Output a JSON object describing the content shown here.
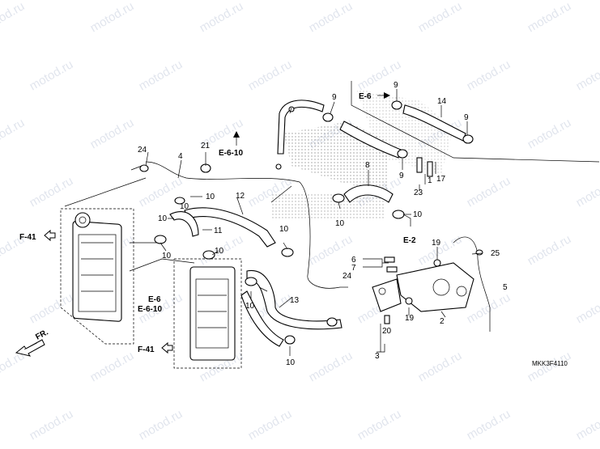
{
  "watermark": "motod.ru",
  "diagram_code": "MKK3F4110",
  "direction_label": "FR.",
  "ref_labels": {
    "f41_top": "F-41",
    "f41_bottom": "F-41",
    "e6_top": "E-6",
    "e610_top": "E-6-10",
    "e6_mid": "E-6",
    "e610_mid": "E-6-10",
    "e2": "E-2"
  },
  "callouts": [
    {
      "id": "c1",
      "text": "1"
    },
    {
      "id": "c2",
      "text": "2"
    },
    {
      "id": "c3",
      "text": "3"
    },
    {
      "id": "c4",
      "text": "4"
    },
    {
      "id": "c5",
      "text": "5"
    },
    {
      "id": "c6",
      "text": "6"
    },
    {
      "id": "c7",
      "text": "7"
    },
    {
      "id": "c8",
      "text": "8"
    },
    {
      "id": "c9a",
      "text": "9"
    },
    {
      "id": "c9b",
      "text": "9"
    },
    {
      "id": "c9c",
      "text": "9"
    },
    {
      "id": "c9d",
      "text": "9"
    },
    {
      "id": "c10a",
      "text": "10"
    },
    {
      "id": "c10b",
      "text": "10"
    },
    {
      "id": "c10c",
      "text": "10"
    },
    {
      "id": "c10d",
      "text": "10"
    },
    {
      "id": "c10e",
      "text": "10"
    },
    {
      "id": "c10f",
      "text": "10"
    },
    {
      "id": "c10g",
      "text": "10"
    },
    {
      "id": "c10h",
      "text": "10"
    },
    {
      "id": "c10i",
      "text": "10"
    },
    {
      "id": "c10j",
      "text": "10"
    },
    {
      "id": "c11",
      "text": "11"
    },
    {
      "id": "c12",
      "text": "12"
    },
    {
      "id": "c13",
      "text": "13"
    },
    {
      "id": "c14",
      "text": "14"
    },
    {
      "id": "c17",
      "text": "17"
    },
    {
      "id": "c19a",
      "text": "19"
    },
    {
      "id": "c19b",
      "text": "19"
    },
    {
      "id": "c20",
      "text": "20"
    },
    {
      "id": "c21",
      "text": "21"
    },
    {
      "id": "c23",
      "text": "23"
    },
    {
      "id": "c24a",
      "text": "24"
    },
    {
      "id": "c24b",
      "text": "24"
    },
    {
      "id": "c25",
      "text": "25"
    }
  ]
}
